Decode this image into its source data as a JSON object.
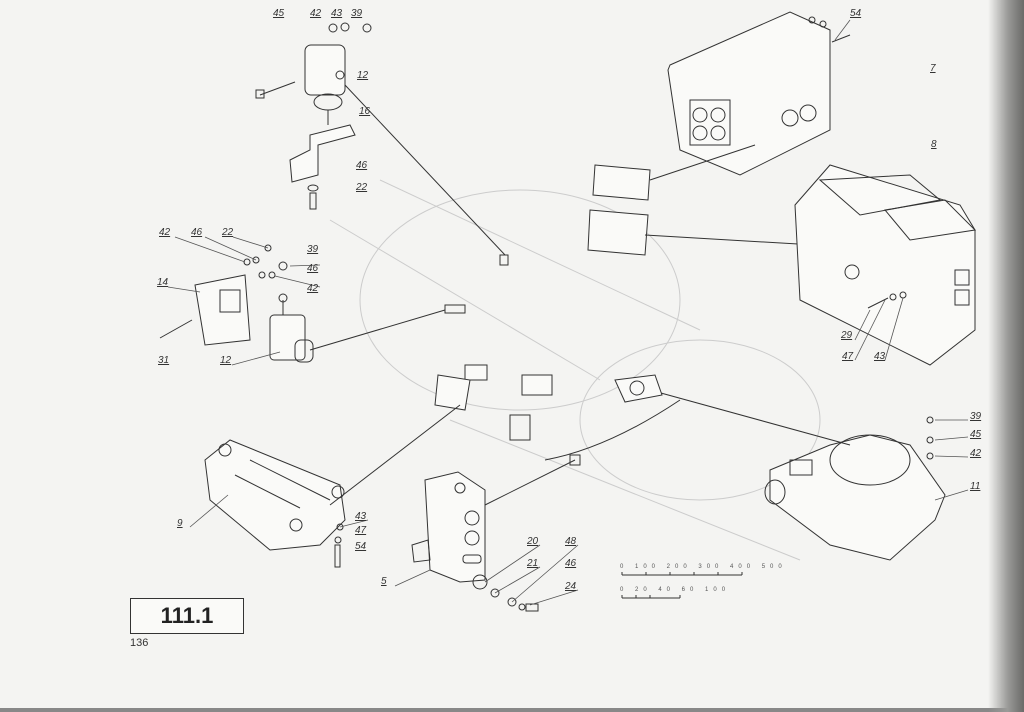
{
  "plate_number": "111.1",
  "page_number": "136",
  "part_labels": {
    "t45": "45",
    "t42": "42",
    "t43": "43",
    "t39": "39",
    "t12": "12",
    "t16": "16",
    "t46": "46",
    "t22": "22",
    "m42": "42",
    "m46": "46",
    "m22": "22",
    "m39": "39",
    "m46b": "46",
    "m42b": "42",
    "m14": "14",
    "m31": "31",
    "m12": "12",
    "r54": "54",
    "r7": "7",
    "r8": "8",
    "r29": "29",
    "r47": "47",
    "r43": "43",
    "c39": "39",
    "c45": "45",
    "c42": "42",
    "c11": "11",
    "b9": "9",
    "b43": "43",
    "b47": "47",
    "b54": "54",
    "b5": "5",
    "b20": "20",
    "b21": "21",
    "b48": "48",
    "b46": "46",
    "b24": "24"
  },
  "scale_bars": {
    "large": "0 100 200 300 400 500",
    "small": "0 20 40 60 100"
  }
}
